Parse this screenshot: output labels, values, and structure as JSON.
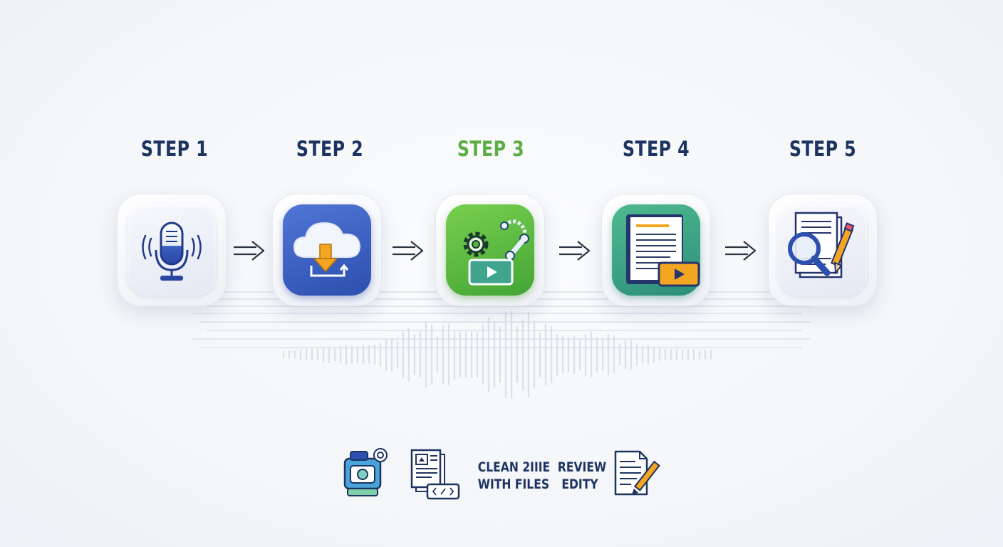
{
  "steps": [
    {
      "label": "STEP 1",
      "icon": "microphone-icon"
    },
    {
      "label": "STEP 2",
      "icon": "cloud-download-icon"
    },
    {
      "label": "STEP 3",
      "icon": "automation-gears-icon"
    },
    {
      "label": "STEP 4",
      "icon": "document-video-icon"
    },
    {
      "label": "STEP 5",
      "icon": "document-search-edit-icon"
    }
  ],
  "bottom": {
    "clean_line1": "CLEAN 2IIIE",
    "clean_line2": "WITH FILES",
    "review_line1": "REVIEW",
    "review_line2": "EDITY"
  },
  "colors": {
    "label": "#1d3461",
    "active_label": "#5cae44",
    "blue": "#2d4fae",
    "green": "#52b43c",
    "teal": "#2f957c",
    "orange": "#f4a623"
  }
}
